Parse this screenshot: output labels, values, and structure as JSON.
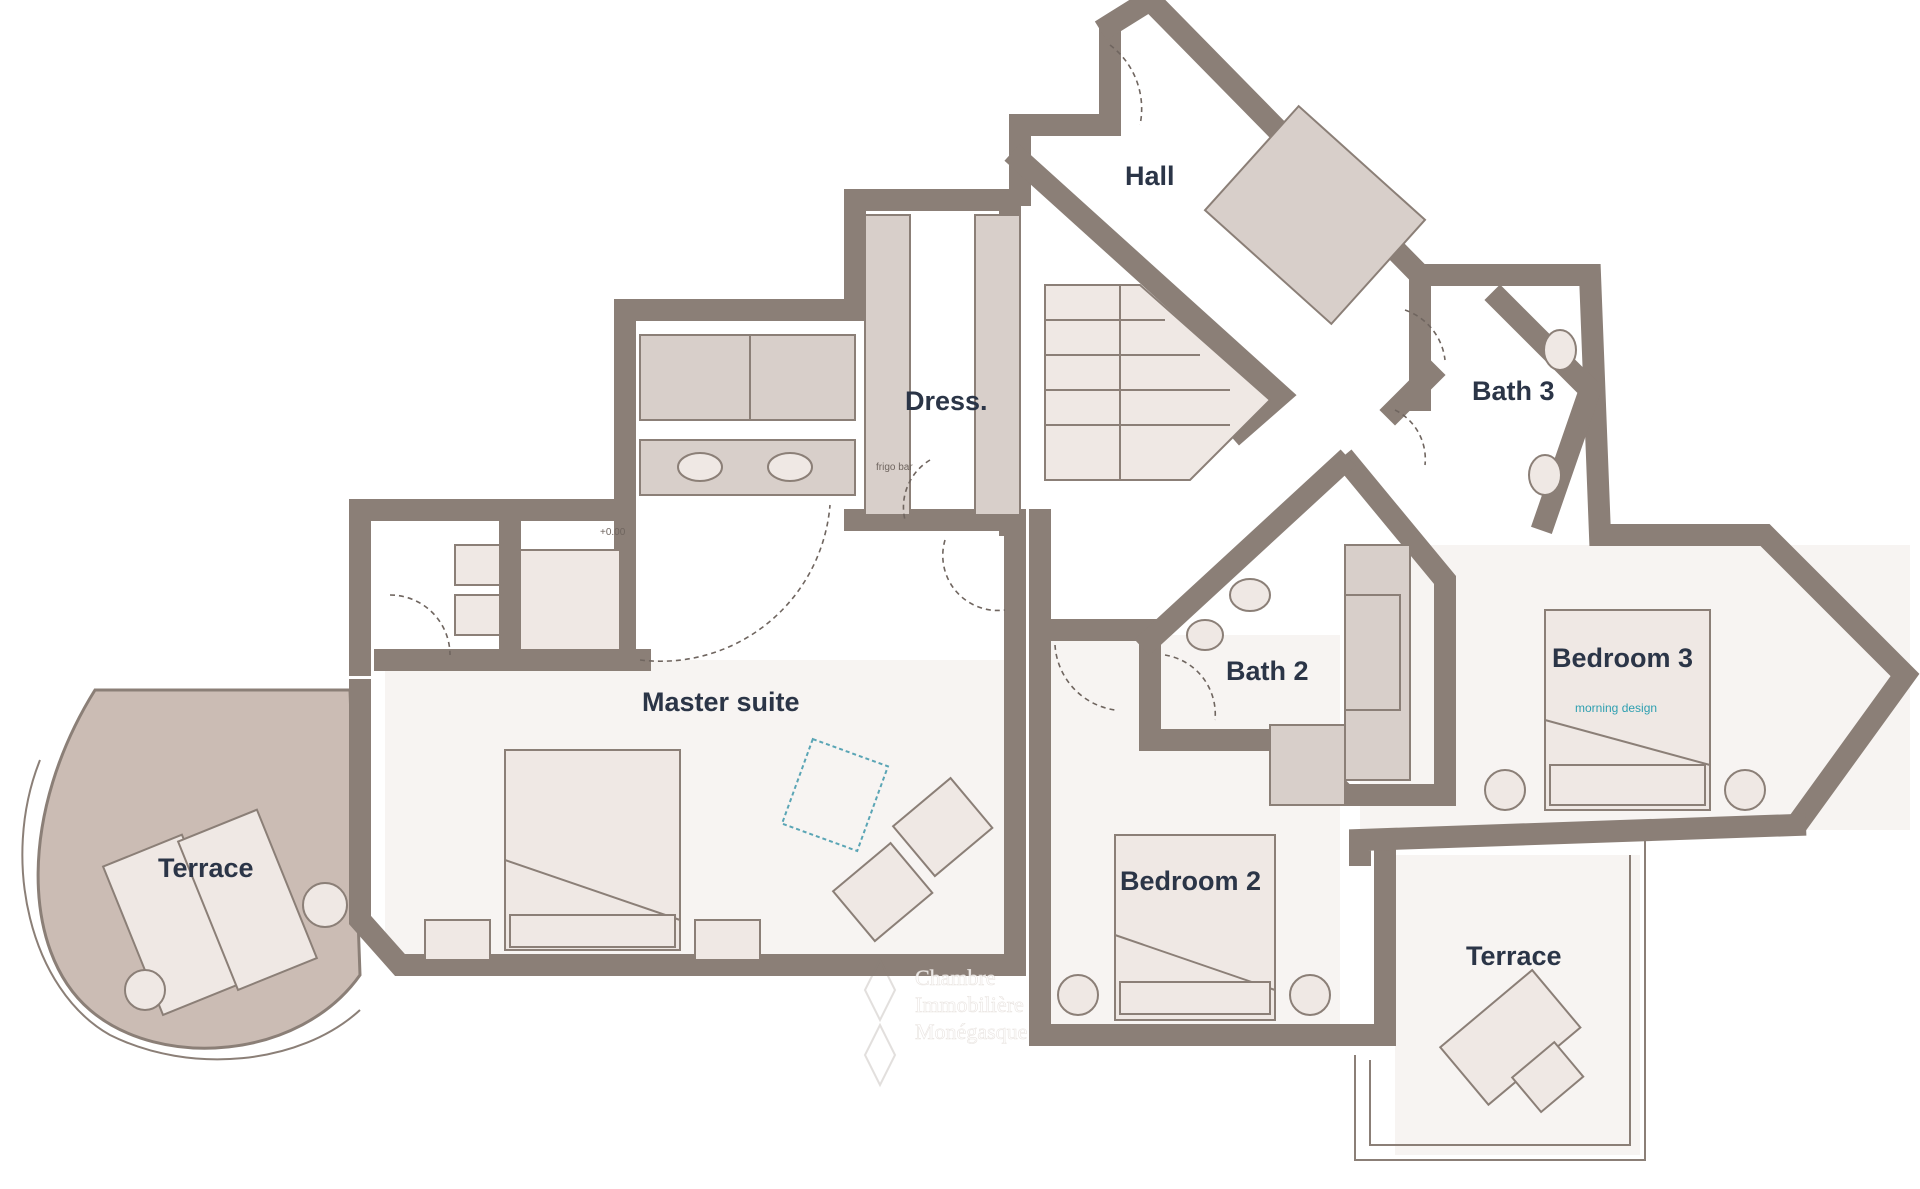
{
  "rooms": {
    "hall": "Hall",
    "dress": "Dress.",
    "bath3": "Bath 3",
    "bath2": "Bath 2",
    "master_suite": "Master suite",
    "bedroom3": "Bedroom 3",
    "bedroom2": "Bedroom 2",
    "terrace_left": "Terrace",
    "terrace_right": "Terrace"
  },
  "annotations": {
    "frigo_bar": "frigo bar",
    "level_mark": "+0.00",
    "bedroom3_furniture": "morning design"
  },
  "watermark": {
    "line1": "Chambre",
    "line2": "Immobilière",
    "line3": "Monégasque"
  },
  "colors": {
    "walls": "#8b7f77",
    "terrace": "#cbbcb4",
    "labels": "#2b3547"
  }
}
